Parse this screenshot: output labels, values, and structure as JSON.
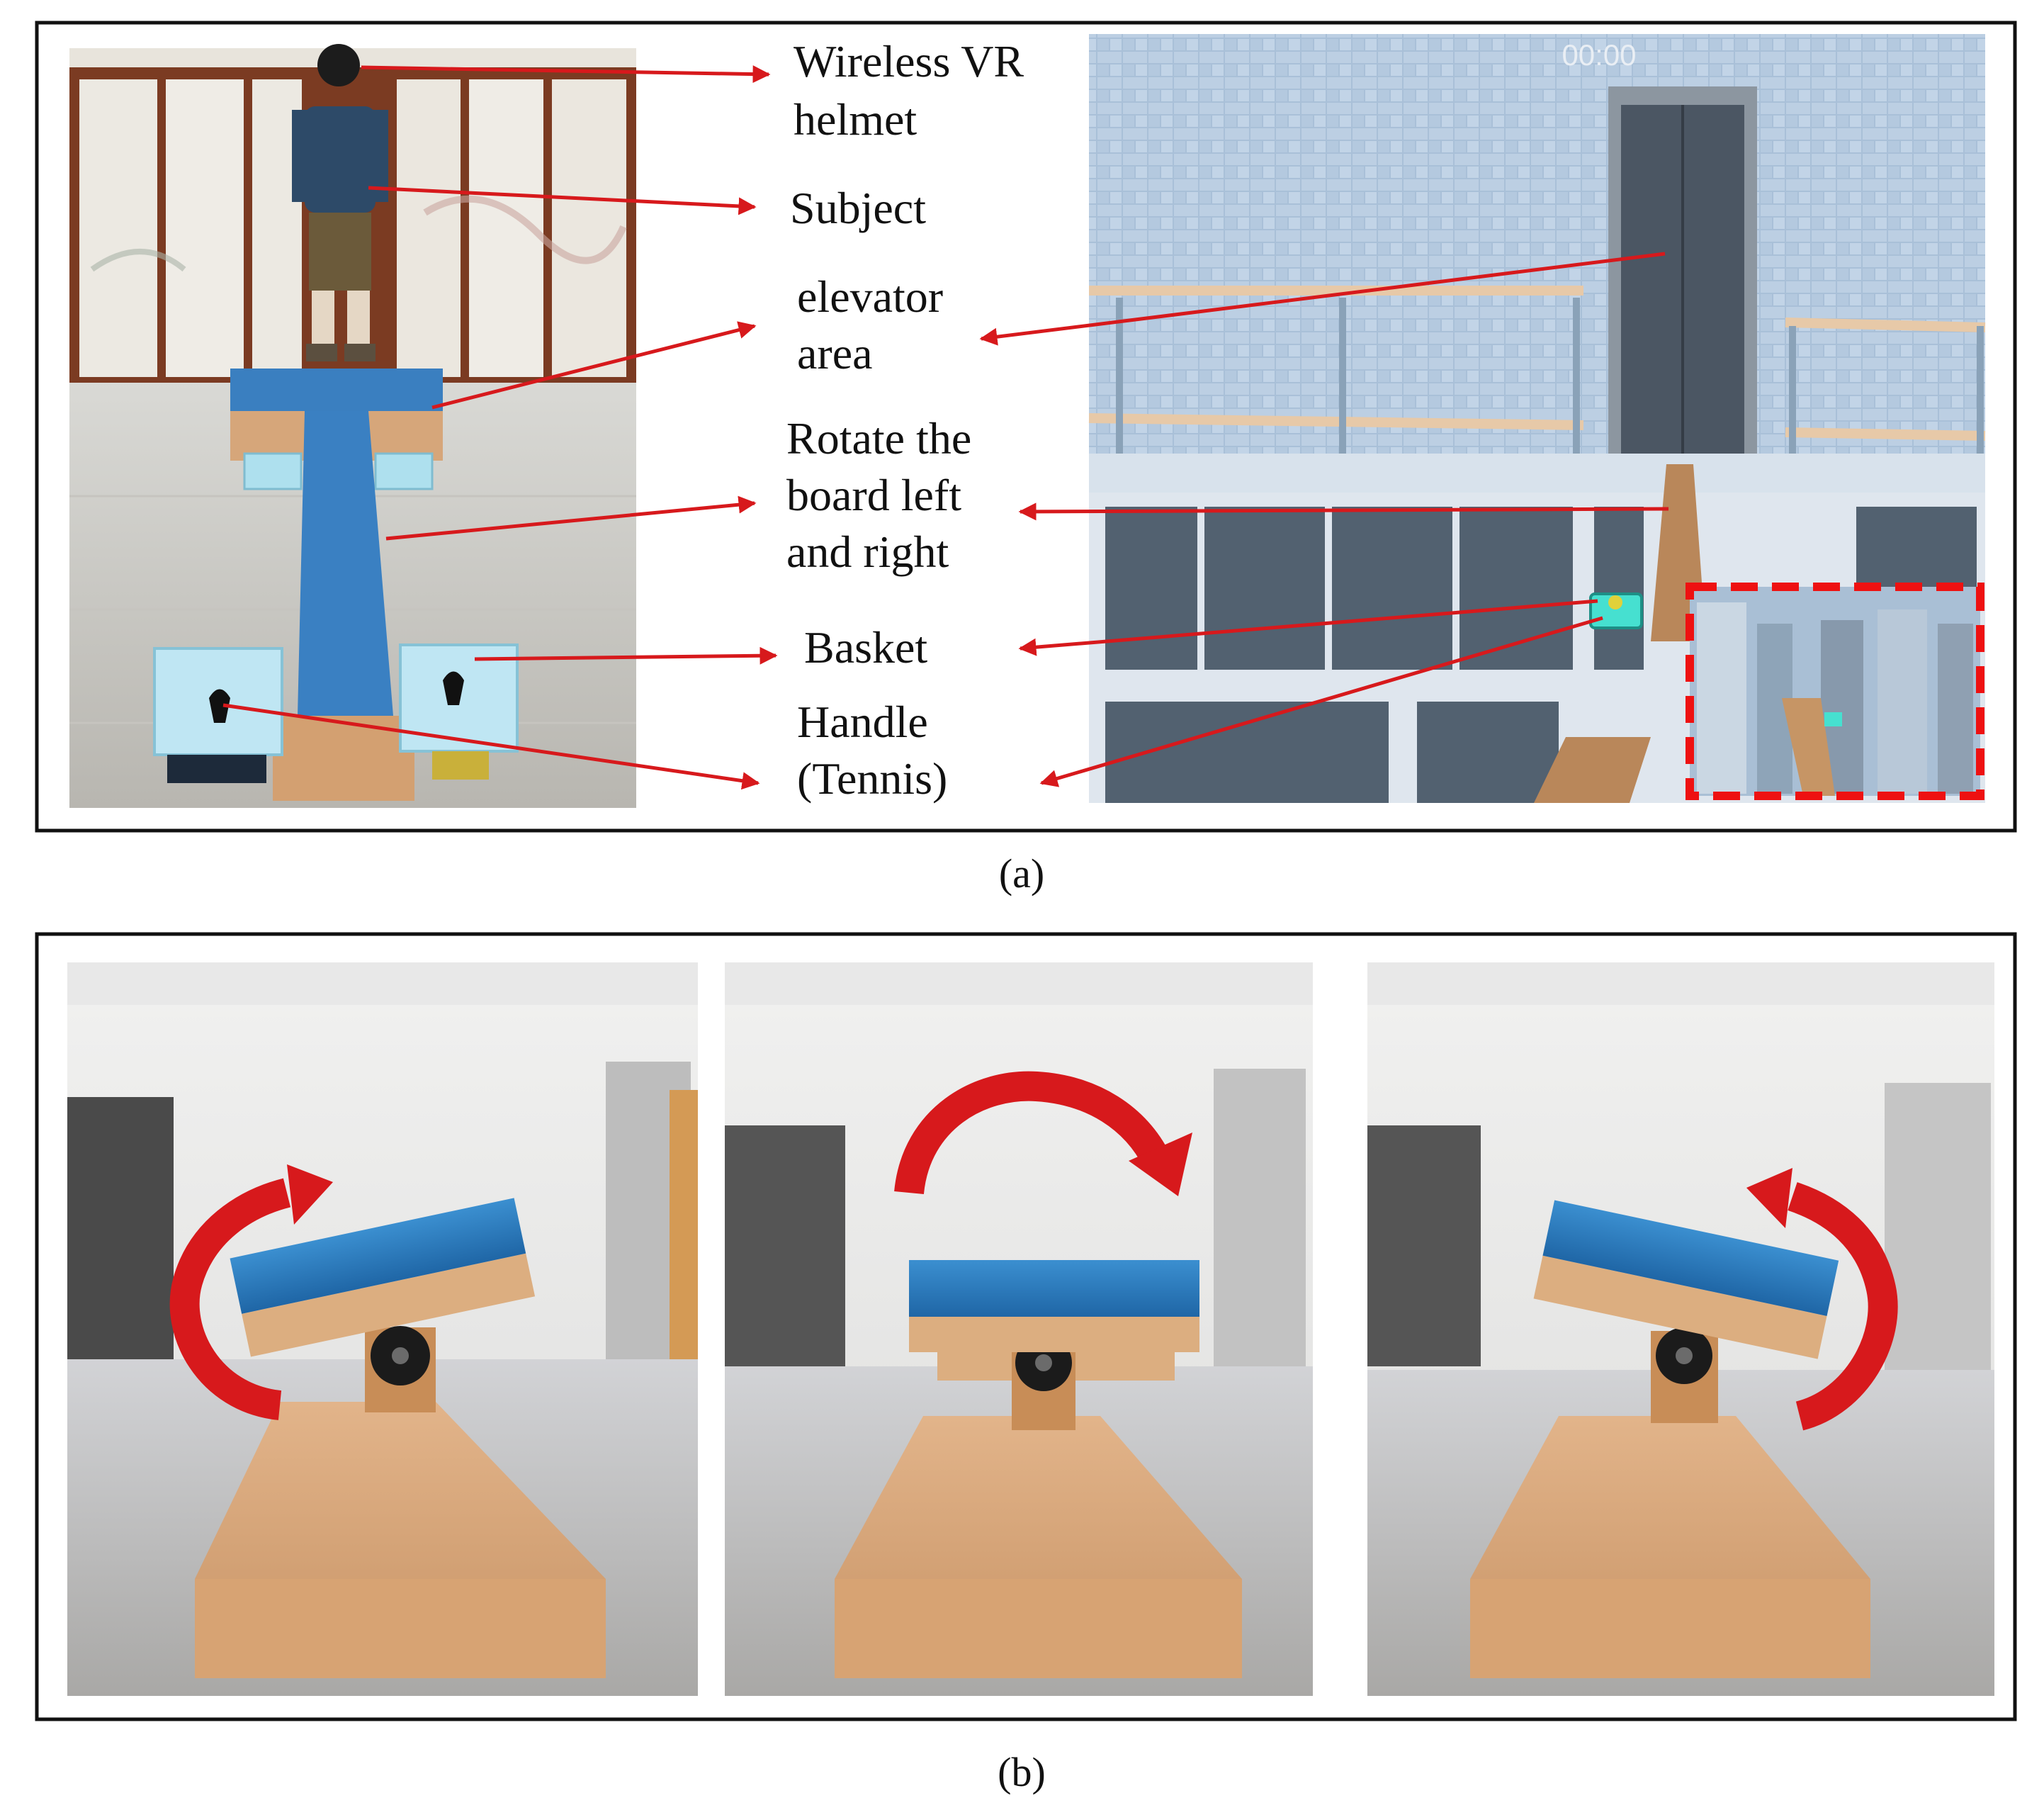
{
  "panel_a": {
    "caption": "(a)",
    "labels": {
      "helmet": [
        "Wireless VR",
        "helmet"
      ],
      "subject": [
        "Subject"
      ],
      "elevator": [
        "elevator",
        "area"
      ],
      "rotate": [
        "Rotate the",
        "board left",
        "and right"
      ],
      "basket": [
        "Basket"
      ],
      "handle": [
        "Handle",
        "(Tennis)"
      ]
    },
    "vr_timer": "00:00"
  },
  "panel_b": {
    "caption": "(b)",
    "photos": [
      {
        "tilt": "left"
      },
      {
        "tilt": "flat"
      },
      {
        "tilt": "right"
      }
    ]
  },
  "colors": {
    "arrow": "#d7191c",
    "board": "#2a78b8",
    "wood": "#d9a877",
    "frame": "#111111"
  }
}
